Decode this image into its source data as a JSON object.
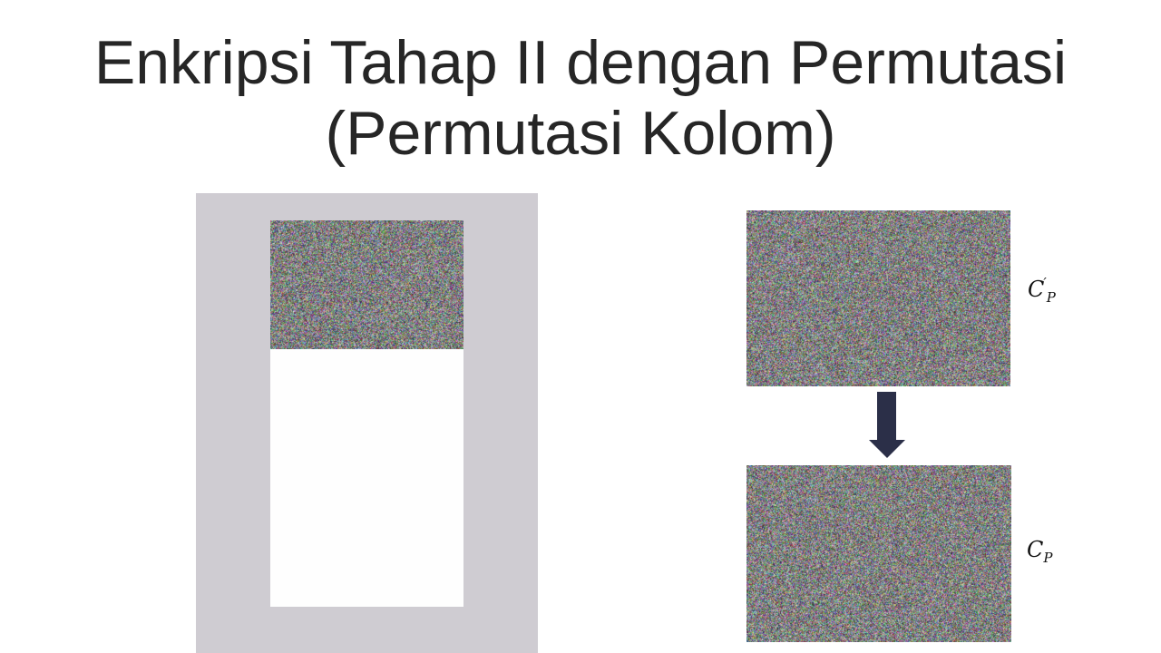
{
  "slide": {
    "title_line1": "Enkripsi Tahap II dengan Permutasi",
    "title_line2": "(Permutasi Kolom)"
  },
  "labels": {
    "top": {
      "base": "C",
      "prime": "′",
      "subscript": "P"
    },
    "bottom": {
      "base": "C",
      "subscript": "P"
    }
  },
  "icons": {
    "arrow": "arrow-down-icon"
  },
  "colors": {
    "title_text": "#262626",
    "left_panel_background": "#cfccd2",
    "arrow": "#2b2f48",
    "white_area": "#fefefe"
  }
}
